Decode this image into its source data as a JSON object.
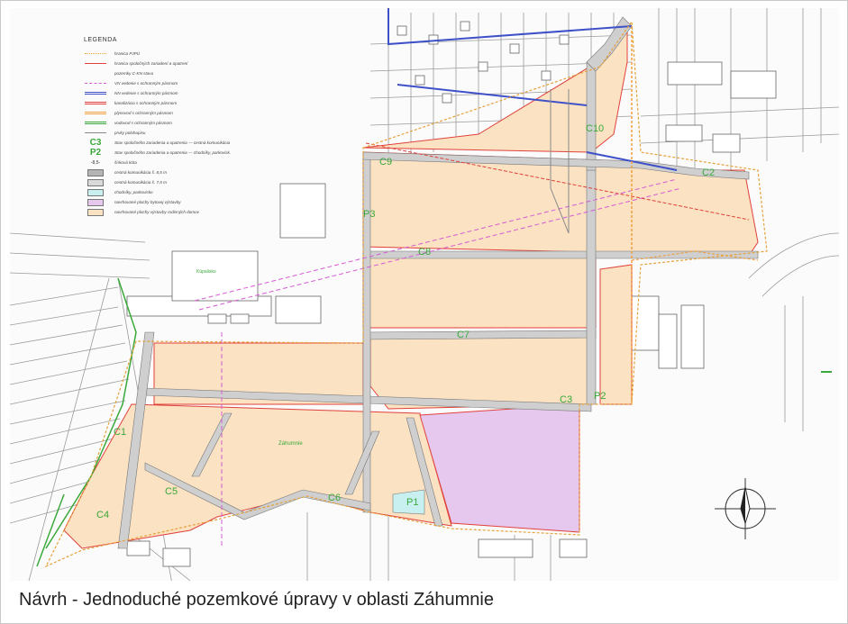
{
  "caption": "Návrh - Jednoduché pozemkové úpravy v oblasti Záhumnie",
  "legend": {
    "title": "LEGENDA",
    "items": [
      {
        "symbol": "line",
        "color": "#e6a23c",
        "style": "dotted",
        "text": "hranica PJPÚ"
      },
      {
        "symbol": "line",
        "color": "#e0413a",
        "style": "solid",
        "text": "hranica spoločných zariadení a opatrení"
      },
      {
        "symbol": "none",
        "color": "",
        "style": "",
        "text": "pozemky C-KN stavu"
      },
      {
        "symbol": "line",
        "color": "#d45bd4",
        "style": "dashed",
        "text": "VN vedenie s ochranným pásmom"
      },
      {
        "symbol": "line",
        "color": "#3f51c8",
        "style": "double",
        "text": "NN vedenie s ochranným pásmom"
      },
      {
        "symbol": "line",
        "color": "#e0413a",
        "style": "double",
        "text": "kanalizácia s ochranným pásmom"
      },
      {
        "symbol": "line",
        "color": "#f0a040",
        "style": "double",
        "text": "plynovod s ochranným pásmom"
      },
      {
        "symbol": "line",
        "color": "#3aa83a",
        "style": "double",
        "text": "vodovod s ochranným pásmom"
      },
      {
        "symbol": "line",
        "color": "#8a8a8a",
        "style": "solid",
        "text": "prvky polohopisu"
      },
      {
        "symbol": "code",
        "color": "#3aa83a",
        "style": "C3",
        "text": "Stav spoločného zariadenia a opatrenia — cestná komunikácia"
      },
      {
        "symbol": "code",
        "color": "#3aa83a",
        "style": "P2",
        "text": "Stav spoločného zariadenia a opatrenia — chodníky, parkovisk."
      },
      {
        "symbol": "spot",
        "color": "#333333",
        "style": "-8,5-",
        "text": "šírková kóta"
      },
      {
        "symbol": "box",
        "color": "#b4b4b4",
        "style": "",
        "text": "cestná komunikácia š. 8,5 m"
      },
      {
        "symbol": "box",
        "color": "#d9d9d9",
        "style": "",
        "text": "cestná komunikácia š. 7,5 m"
      },
      {
        "symbol": "box",
        "color": "#c8f0f0",
        "style": "",
        "text": "chodníky, parkovisko"
      },
      {
        "symbol": "box",
        "color": "#e6c8ee",
        "style": "",
        "text": "navrhované plochy bytovej výstavby"
      },
      {
        "symbol": "box",
        "color": "#fbe2c2",
        "style": "",
        "text": "navrhované plochy výstavby rodinných domov"
      }
    ]
  },
  "map_labels": {
    "c1": "C1",
    "c2": "C2",
    "c3": "C3",
    "c4": "C4",
    "c5": "C5",
    "c6": "C6",
    "c7": "C7",
    "c8": "C8",
    "c9": "C9",
    "c10": "C10",
    "p1": "P1",
    "p2": "P2",
    "p3": "P3",
    "locality": "Záhumnie",
    "building": "Kúpalisko"
  },
  "colors": {
    "plot_fill": "#fbe2c2",
    "road_fill": "#cfcfcf",
    "boundary": "#e0413a",
    "housing_fill": "#e6c8ee",
    "label_green": "#3aa83a",
    "parking_fill": "#c8f0f0"
  },
  "compass": "north-arrow"
}
